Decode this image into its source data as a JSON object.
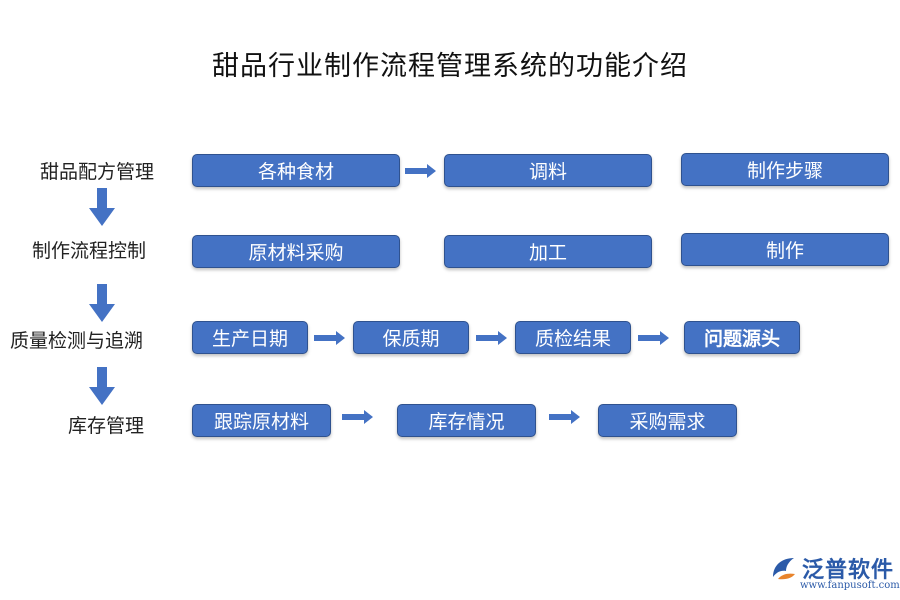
{
  "title": "甜品行业制作流程管理系统的功能介绍",
  "rows": [
    {
      "label": "甜品配方管理",
      "items": [
        "各种食材",
        "调料",
        "制作步骤"
      ]
    },
    {
      "label": "制作流程控制",
      "items": [
        "原材料采购",
        "加工",
        "制作"
      ]
    },
    {
      "label": "质量检测与追溯",
      "items": [
        "生产日期",
        "保质期",
        "质检结果",
        "问题源头"
      ]
    },
    {
      "label": "库存管理",
      "items": [
        "跟踪原材料",
        "库存情况",
        "采购需求"
      ]
    }
  ],
  "colors": {
    "box_fill": "#4472c4",
    "box_border": "#2f528f",
    "arrow": "#4472c4"
  },
  "logo": {
    "name": "泛普软件",
    "url": "www.fanpusoft.com",
    "icon": "fanpu-logo-icon"
  }
}
